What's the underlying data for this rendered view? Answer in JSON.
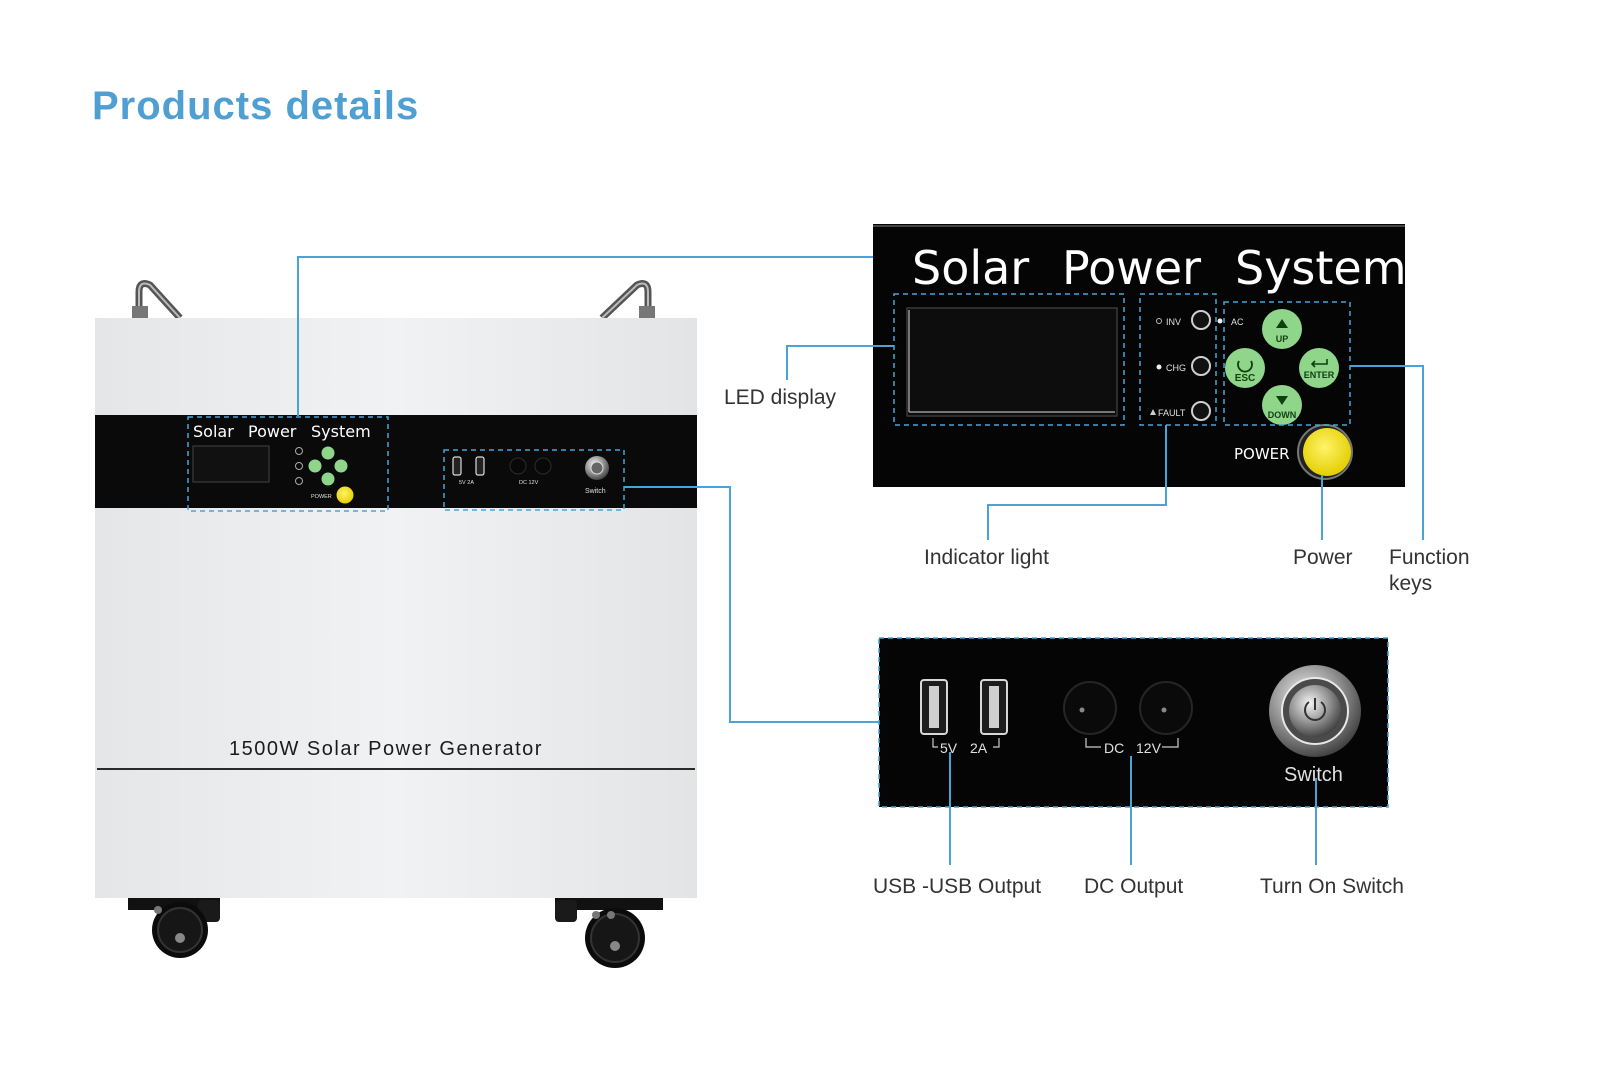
{
  "header": {
    "title": "Products details"
  },
  "product": {
    "name": "1500W Solar Power Generator",
    "panel_brand": [
      "Solar",
      "Power",
      "System"
    ],
    "mini_labels": {
      "power": "POWER",
      "switch": "Switch",
      "usb": "5V  2A",
      "dc": "DC  12V"
    }
  },
  "control_panel": {
    "brand_words": [
      "Solar",
      "Power",
      "System"
    ],
    "indicators": [
      "INV",
      "CHG",
      "FAULT"
    ],
    "ac_label": "AC",
    "keys": {
      "up": "UP",
      "esc": "ESC",
      "enter": "ENTER",
      "down": "DOWN"
    },
    "power_label": "POWER"
  },
  "output_panel": {
    "usb_label_a": "5V",
    "usb_label_b": "2A",
    "dc_label_a": "DC",
    "dc_label_b": "12V",
    "switch_label": "Switch"
  },
  "callouts": {
    "led_display": "LED display",
    "indicator_light": "Indicator light",
    "power": "Power",
    "function_keys": [
      "Function",
      "keys"
    ],
    "usb_output": "USB -USB Output",
    "dc_output": "DC Output",
    "turn_on_switch": "Turn On Switch"
  },
  "colors": {
    "title": "#4f9fd3",
    "leader_line": "#4aa3d8",
    "panel_black": "#050505",
    "key_green": "#8fd68a",
    "power_yellow": "#f6e51c",
    "body_white": "#eaecee"
  }
}
